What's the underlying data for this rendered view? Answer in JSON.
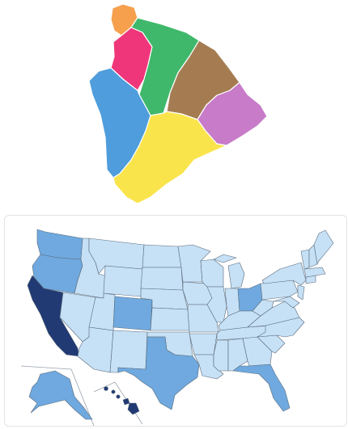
{
  "colors": {
    "light": "#c6e0f5",
    "medium": "#6fa9df",
    "dark": "#213a73",
    "border": "#5a6b7d",
    "inset_line": "#9aa3ad"
  },
  "island": {
    "districts": [
      {
        "id": "north-kohala",
        "color": "#f6a04d"
      },
      {
        "id": "south-kohala",
        "color": "#f0367a"
      },
      {
        "id": "hamakua",
        "color": "#3fb86b"
      },
      {
        "id": "north-hilo",
        "color": "#a57c52"
      },
      {
        "id": "puna",
        "color": "#c77bc8"
      },
      {
        "id": "north-kona",
        "color": "#4f9ddc"
      },
      {
        "id": "kau",
        "color": "#f9e44c"
      }
    ]
  },
  "usmap": {
    "highlighted": [
      {
        "state": "california",
        "level": "dark"
      },
      {
        "state": "washington",
        "level": "medium"
      },
      {
        "state": "oregon",
        "level": "medium"
      },
      {
        "state": "colorado",
        "level": "medium"
      },
      {
        "state": "texas",
        "level": "medium"
      },
      {
        "state": "ohio",
        "level": "medium"
      },
      {
        "state": "florida",
        "level": "medium"
      },
      {
        "state": "alaska",
        "level": "medium"
      },
      {
        "state": "hawaii",
        "level": "dark"
      }
    ]
  }
}
